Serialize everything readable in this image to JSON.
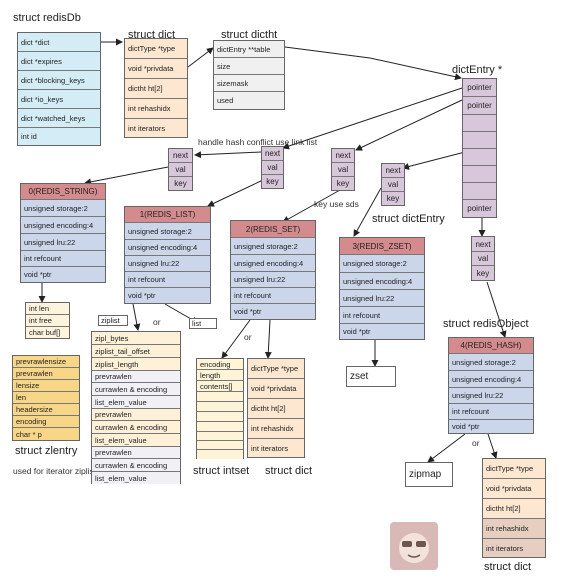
{
  "titles": {
    "redisdb": "struct redisDb",
    "dict": "struct dict",
    "dictht": "struct dictht",
    "dictentry_star": "dictEntry *",
    "dictentry": "struct dictEntry",
    "redisobject": "struct redisObject",
    "zlentry": "struct zlentry",
    "intset": "struct intset",
    "dict_bottom": "struct dict",
    "dict_right": "struct dict"
  },
  "notes": {
    "hash_conflict": "handle hash conflict use link list",
    "key_sds": "key use sds",
    "iterator_ziplist": "used for iterator ziplist",
    "or1": "or",
    "or2": "or",
    "or3": "or"
  },
  "redisdb_fields": [
    "dict *dict",
    "dict *expires",
    "dict *blocking_keys",
    "dict *io_keys",
    "dict *watched_keys",
    "int id"
  ],
  "dict_fields": [
    "dictType *type",
    "void *privdata",
    "dictht ht[2]",
    "int rehashidx",
    "int iterators"
  ],
  "dictht_fields": [
    "dictEntry **table",
    "size",
    "sizemask",
    "used"
  ],
  "bucket_fields": [
    "pointer",
    "pointer",
    "",
    "",
    "",
    "",
    "",
    "pointer"
  ],
  "entry_fields": [
    "next",
    "val",
    "key"
  ],
  "obj_string": {
    "header": "0(REDIS_STRING)",
    "fields": [
      "unsigned storage:2",
      "unsigned encoding:4",
      "unsigned lru:22",
      "int refcount",
      "void *ptr"
    ]
  },
  "obj_list": {
    "header": "1(REDIS_LIST)",
    "fields": [
      "unsigned storage:2",
      "unsigned encoding:4",
      "unsigned lru:22",
      "int refcount",
      "void *ptr"
    ]
  },
  "obj_set": {
    "header": "2(REDIS_SET)",
    "fields": [
      "unsigned storage:2",
      "unsigned encoding:4",
      "unsigned lru:22",
      "int refcount",
      "void *ptr"
    ]
  },
  "obj_zset": {
    "header": "3(REDIS_ZSET)",
    "fields": [
      "unsigned storage:2",
      "unsigned encoding:4",
      "unsigned lru:22",
      "int refcount",
      "void *ptr"
    ]
  },
  "obj_hash": {
    "header": "4(REDIS_HASH)",
    "fields": [
      "unsigned storage:2",
      "unsigned encoding:4",
      "unsigned lru:22",
      "int refcount",
      "void *ptr"
    ]
  },
  "sds_fields": [
    "int len",
    "int free",
    "char buf[]"
  ],
  "ziplist_label": "ziplist",
  "list_label": "list",
  "zset_label": "zset",
  "zipmap_label": "zipmap",
  "ziplist_fields": [
    "zipl_bytes",
    "ziplist_tail_offset",
    "ziplist_length",
    "prevrawlen",
    "currawlen & encoding",
    "list_elem_value",
    "prevrawlen",
    "currawlen & encoding",
    "list_elem_value",
    "prevrawlen",
    "currawlen & encoding",
    "list_elem_value"
  ],
  "zlentry_fields": [
    "prevrawlensize",
    "prevrawlen",
    "lensize",
    "len",
    "headersize",
    "encoding",
    "char * p"
  ],
  "intset_fields": [
    "encoding",
    "length",
    "contents[]",
    "",
    "",
    "",
    "",
    "",
    "",
    ""
  ],
  "set_dict_fields": [
    "dictType *type",
    "void *privdata",
    "dictht ht[2]",
    "int rehashidx",
    "int iterators"
  ],
  "hash_dict_fields": [
    "dictType *type",
    "void *privdata",
    "dictht ht[2]",
    "int rehashidx",
    "int iterators"
  ],
  "colors": {
    "redisdb": "#d4ecf5",
    "dict": "#fde7d1",
    "dictentry": "#d8c7da",
    "redisobject": "#ccd6ea",
    "object_header": "#d48b8e",
    "zlentry": "#f8d688"
  }
}
